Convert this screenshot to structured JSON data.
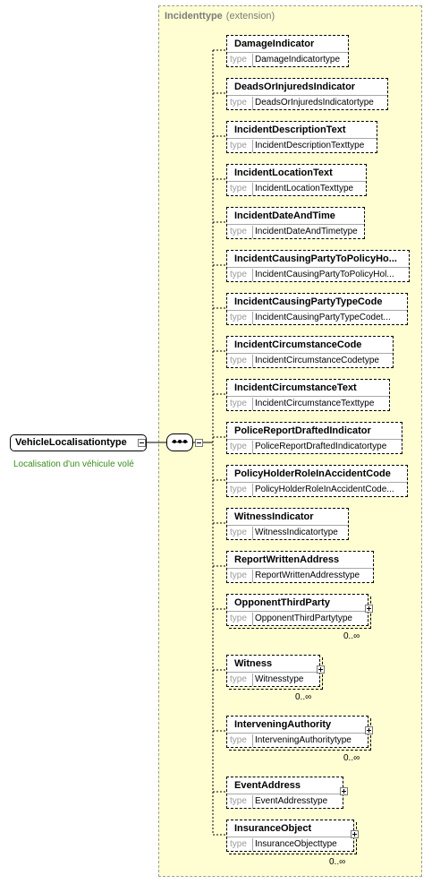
{
  "extension": {
    "name": "Incidenttype",
    "kind": "(extension)"
  },
  "root": {
    "name": "VehicleLocalisationtype",
    "description": "Localisation d'un véhicule volé"
  },
  "type_key": "type",
  "children": [
    {
      "name": "DamageIndicator",
      "type": "DamageIndicatortype",
      "card": "",
      "expandable": false
    },
    {
      "name": "DeadsOrInjuredsIndicator",
      "type": "DeadsOrInjuredsIndicatortype",
      "card": "",
      "expandable": false
    },
    {
      "name": "IncidentDescriptionText",
      "type": "IncidentDescriptionTexttype",
      "card": "",
      "expandable": false
    },
    {
      "name": "IncidentLocationText",
      "type": "IncidentLocationTexttype",
      "card": "",
      "expandable": false
    },
    {
      "name": "IncidentDateAndTime",
      "type": "IncidentDateAndTimetype",
      "card": "",
      "expandable": false
    },
    {
      "name": "IncidentCausingPartyToPolicyHo...",
      "type": "IncidentCausingPartyToPolicyHol...",
      "card": "",
      "expandable": false
    },
    {
      "name": "IncidentCausingPartyTypeCode",
      "type": "IncidentCausingPartyTypeCodet...",
      "card": "",
      "expandable": false
    },
    {
      "name": "IncidentCircumstanceCode",
      "type": "IncidentCircumstanceCodetype",
      "card": "",
      "expandable": false
    },
    {
      "name": "IncidentCircumstanceText",
      "type": "IncidentCircumstanceTexttype",
      "card": "",
      "expandable": false
    },
    {
      "name": "PoliceReportDraftedIndicator",
      "type": "PoliceReportDraftedIndicatortype",
      "card": "",
      "expandable": false
    },
    {
      "name": "PolicyHolderRoleInAccidentCode",
      "type": "PolicyHolderRoleInAccidentCode...",
      "card": "",
      "expandable": false
    },
    {
      "name": "WitnessIndicator",
      "type": "WitnessIndicatortype",
      "card": "",
      "expandable": false
    },
    {
      "name": "ReportWrittenAddress",
      "type": "ReportWrittenAddresstype",
      "card": "",
      "expandable": false
    },
    {
      "name": "OpponentThirdParty",
      "type": "OpponentThirdPartytype",
      "card": "0..∞",
      "expandable": true
    },
    {
      "name": "Witness",
      "type": "Witnesstype",
      "card": "0..∞",
      "expandable": true
    },
    {
      "name": "InterveningAuthority",
      "type": "InterveningAuthoritytype",
      "card": "0..∞",
      "expandable": true
    },
    {
      "name": "EventAddress",
      "type": "EventAddresstype",
      "card": "",
      "expandable": true
    },
    {
      "name": "InsuranceObject",
      "type": "InsuranceObjecttype",
      "card": "0..∞",
      "expandable": true
    }
  ]
}
